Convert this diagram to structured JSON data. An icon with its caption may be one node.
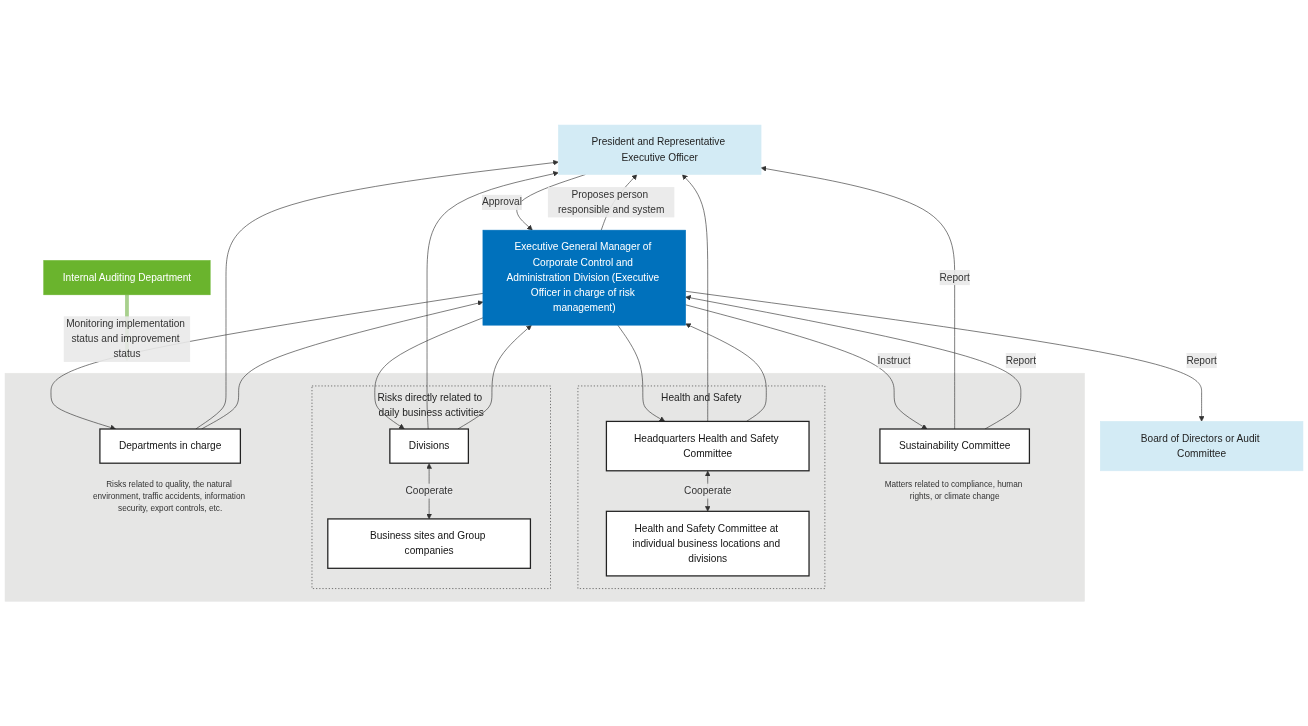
{
  "diagram": {
    "nodes": [
      {
        "text": [
          "President and Representative Executive Officer"
        ]
      },
      {
        "text": [
          "Board of Directors or Audit Committee"
        ]
      },
      {
        "text": [
          "Executive General Manager of Corporate Control and Administration Division (Executive Officer in charge of risk management)"
        ]
      },
      {
        "text": [],
        "shape": "box"
      },
      {
        "text": [
          "Sustainability Committee"
        ],
        "beside": [
          "Matters related to compliance, human rights, or climate change"
        ],
        "in": 3
      },
      {
        "text": [
          "Health and Safety"
        ],
        "in": 3
      },
      {
        "text": [
          "Headquarters Health and Safety Committee"
        ],
        "in": 5
      },
      {
        "text": [
          "Health and Safety Committee at individual business locations and divisions"
        ],
        "in": 5
      },
      {
        "text": [
          "Risks directly related to daily business activities"
        ],
        "in": 3
      },
      {
        "text": [
          "Divisions"
        ],
        "in": 8
      },
      {
        "text": [
          "Business sites and Group companies"
        ],
        "in": 8
      },
      {
        "text": [
          "Departments in charge"
        ],
        "beside": [
          "Risks related to quality, the natural environment, traffic accidents, information security, export controls, etc."
        ],
        "in": 3
      },
      {
        "text": [
          "Internal Auditing Department"
        ]
      }
    ],
    "edges": [
      {
        "from": 0,
        "to": 2,
        "arrow": "to",
        "label": "Approval"
      },
      {
        "from": 2,
        "to": 0,
        "arrow": "to",
        "label": "Proposes person responsible and system"
      },
      {
        "from": 2,
        "to": 1,
        "arrow": "to",
        "label": "Report"
      },
      {
        "from": 4,
        "to": 0,
        "arrow": "to",
        "label": "Report"
      },
      {
        "from": 6,
        "to": 0,
        "arrow": "to"
      },
      {
        "from": 9,
        "to": 0,
        "arrow": "to"
      },
      {
        "from": 11,
        "to": 0,
        "arrow": "to"
      },
      {
        "from": 2,
        "to": 4,
        "arrow": "to",
        "label": "Instruct"
      },
      {
        "from": 2,
        "to": 6,
        "arrow": "to"
      },
      {
        "from": 2,
        "to": 9,
        "arrow": "to"
      },
      {
        "from": 2,
        "to": 11,
        "arrow": "to"
      },
      {
        "from": 4,
        "to": 2,
        "arrow": "to",
        "label": "Report"
      },
      {
        "from": 6,
        "to": 2,
        "arrow": "to"
      },
      {
        "from": 9,
        "to": 2,
        "arrow": "to"
      },
      {
        "from": 11,
        "to": 2,
        "arrow": "to"
      },
      {
        "from": 6,
        "to": 7,
        "arrow": "both",
        "label": "Cooperate"
      },
      {
        "from": 9,
        "to": 10,
        "arrow": "both",
        "label": "Cooperate"
      },
      {
        "from": 12,
        "to": 3,
        "arrow": "to",
        "label": "Monitoring implementation status and improvement status",
        "style": "thick",
        "color": "#a8d08d"
      }
    ]
  }
}
